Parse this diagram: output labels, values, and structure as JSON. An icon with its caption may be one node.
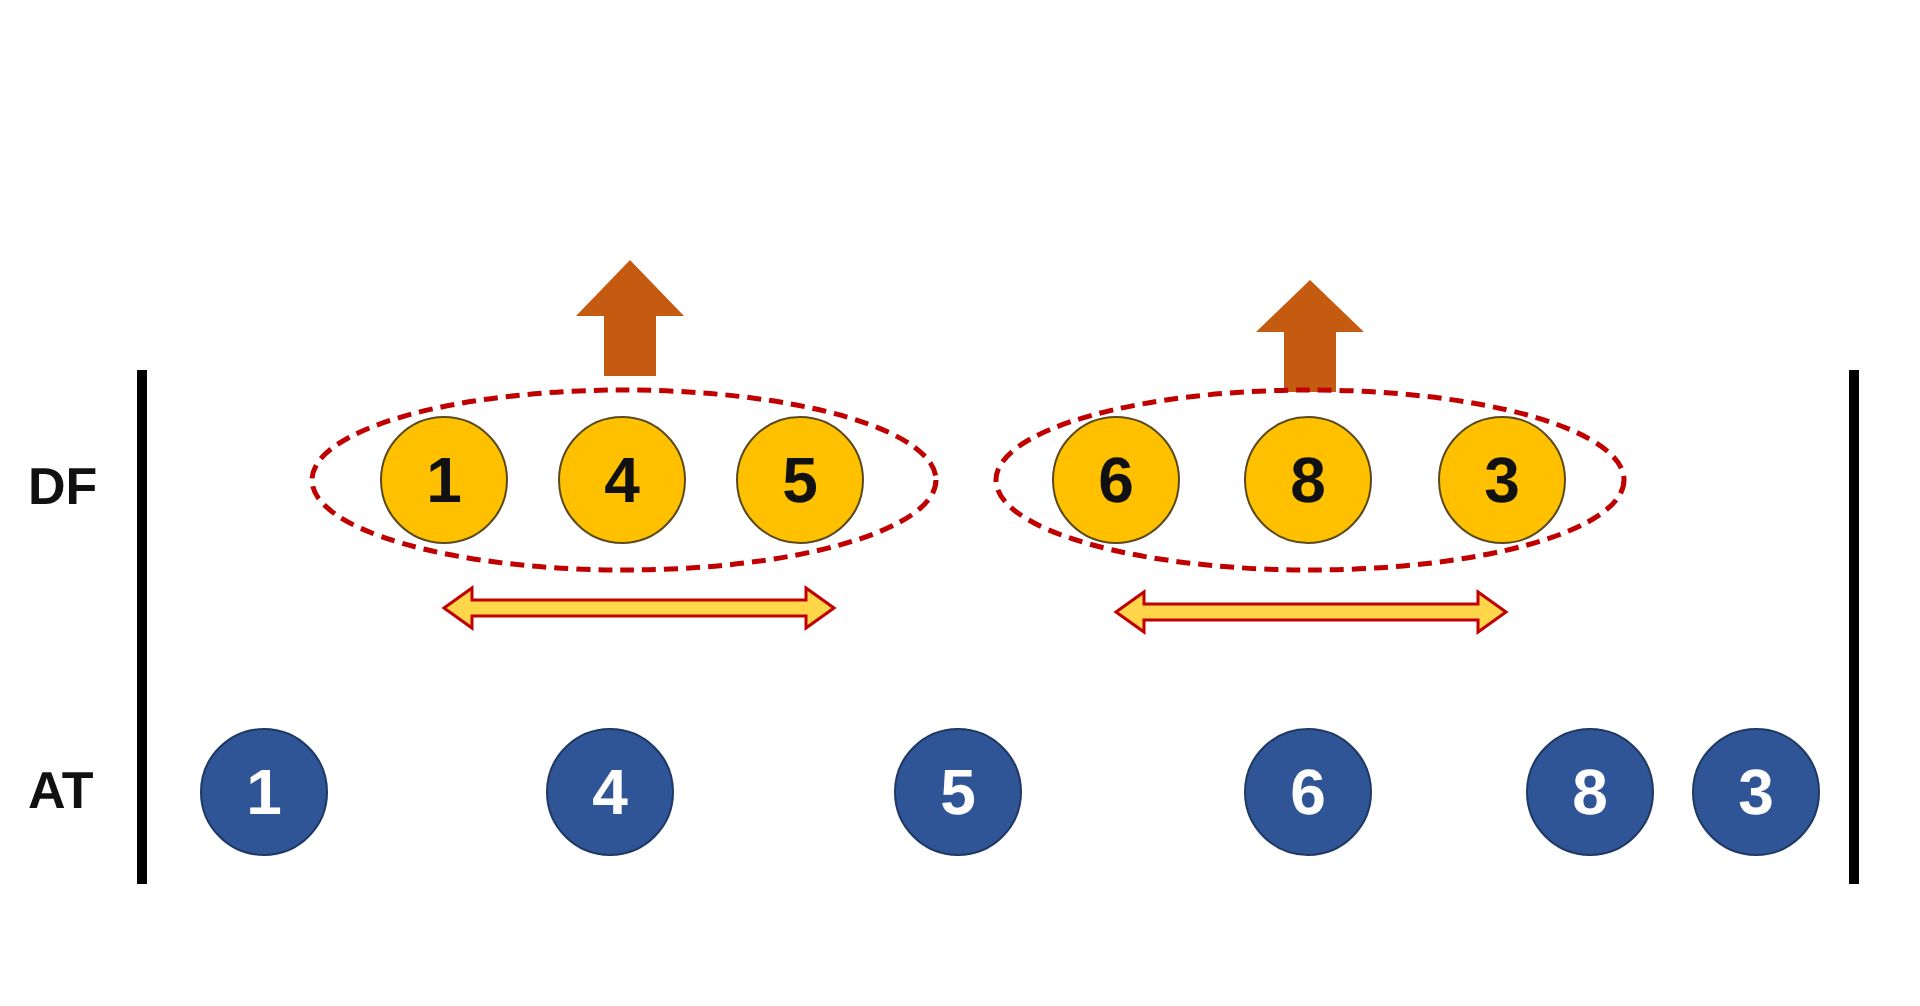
{
  "diagram": {
    "nodes": [
      {
        "text": [],
        "shape": "ellipse"
      },
      {
        "text": [
          "1"
        ],
        "in": 0
      },
      {
        "text": [
          "4"
        ],
        "in": 0
      },
      {
        "text": [
          "5"
        ],
        "in": 0
      },
      {
        "text": [],
        "shape": "ellipse"
      },
      {
        "text": [
          "6"
        ],
        "in": 4
      },
      {
        "text": [
          "8"
        ],
        "in": 4
      },
      {
        "text": [
          "3"
        ],
        "in": 4
      },
      {
        "text": [
          "1"
        ]
      },
      {
        "text": [
          "4"
        ]
      },
      {
        "text": [
          "5"
        ]
      },
      {
        "text": [
          "6"
        ]
      },
      {
        "text": [
          "8"
        ]
      },
      {
        "text": [
          "3"
        ]
      }
    ],
    "labels": [
      "DF",
      "AT"
    ]
  }
}
